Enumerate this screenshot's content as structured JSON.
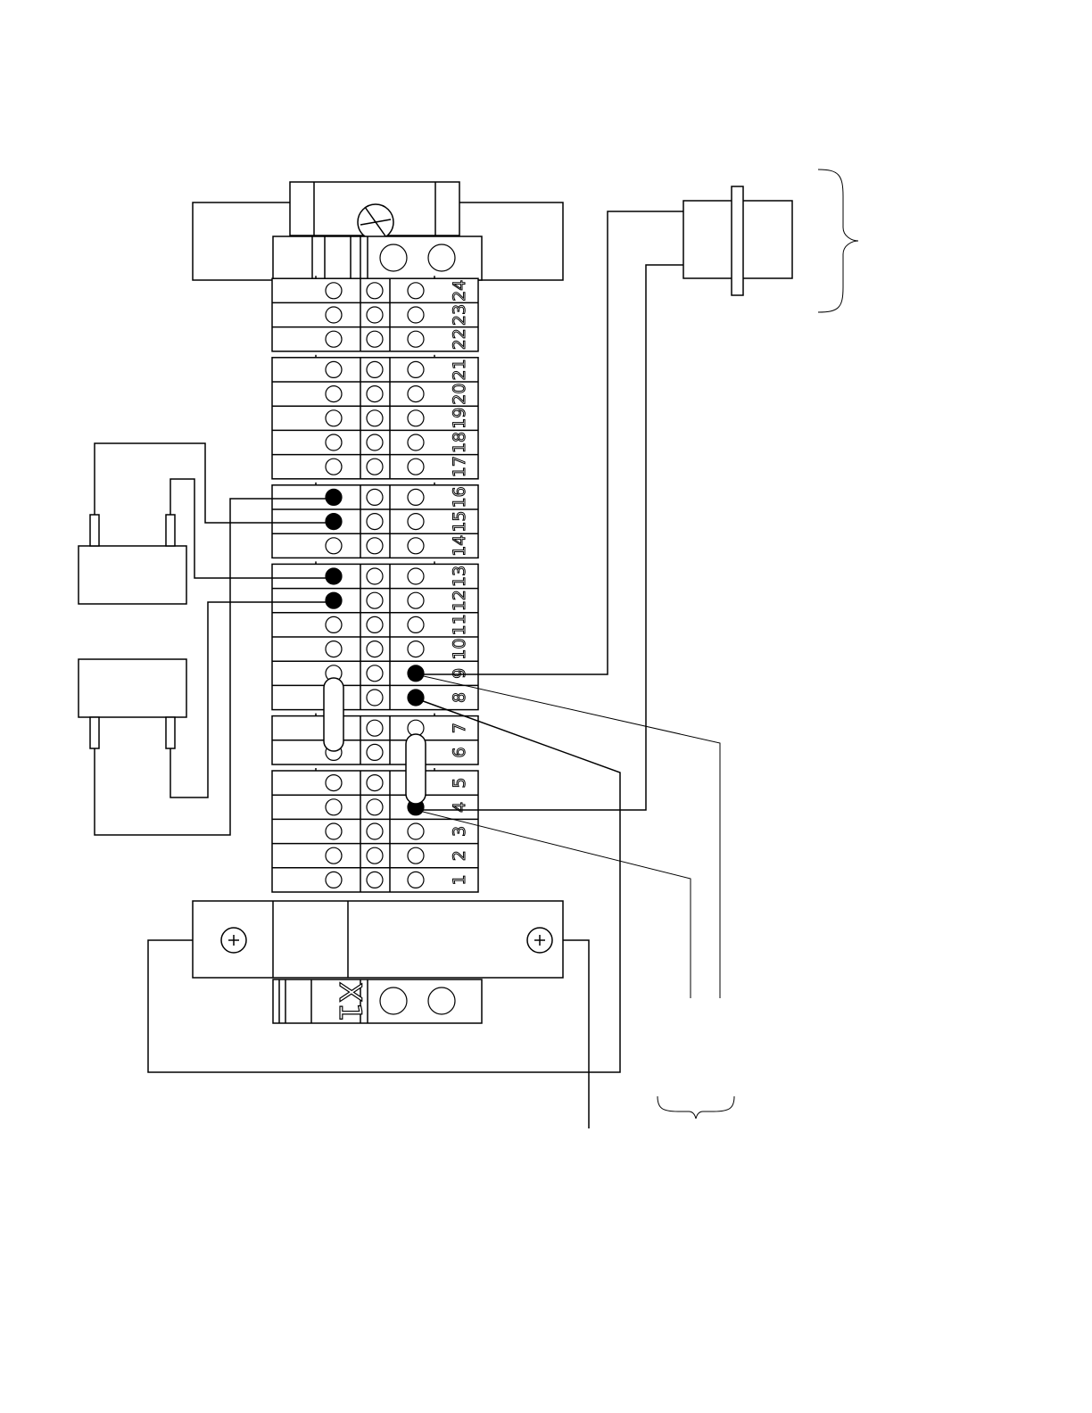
{
  "terminal_block": {
    "label": "X1",
    "terminals": [
      "1",
      "2",
      "3",
      "4",
      "5",
      "6",
      "7",
      "8",
      "9",
      "10",
      "11",
      "12",
      "13",
      "14",
      "15",
      "16",
      "17",
      "18",
      "19",
      "20",
      "21",
      "22",
      "23",
      "24"
    ],
    "connected_outer": [
      "12",
      "13",
      "15",
      "16"
    ],
    "connected_inner": [
      "4",
      "8",
      "9"
    ],
    "jumpers": [
      [
        "6",
        "8"
      ],
      [
        "4",
        "6"
      ]
    ]
  },
  "colors": {
    "line": "#000000",
    "background": "#ffffff"
  },
  "icons": [
    "screw-head-icon",
    "mounting-screw-icon"
  ]
}
